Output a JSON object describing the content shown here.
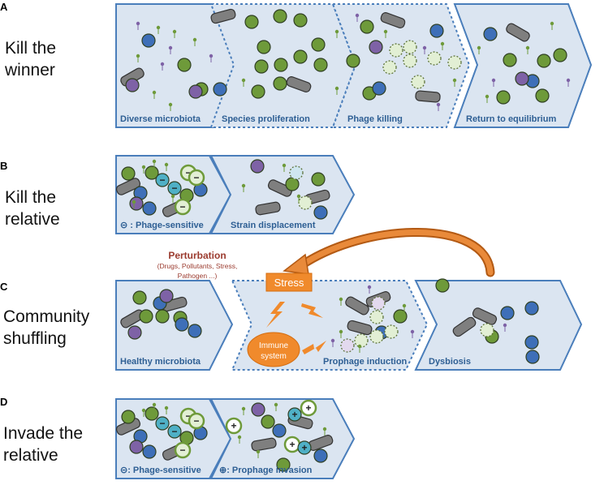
{
  "rows": [
    {
      "letter": "A",
      "title_lines": [
        "Kill the",
        "winner"
      ],
      "stages": [
        {
          "label": "Diverse microbiota"
        },
        {
          "label": "Species proliferation"
        },
        {
          "label": "Phage killing"
        },
        {
          "label": "Return to equilibrium"
        }
      ]
    },
    {
      "letter": "B",
      "title_lines": [
        "Kill the",
        "relative"
      ],
      "stages": [
        {
          "label": "⊝ : Phage-sensitive"
        },
        {
          "label": "Strain displacement"
        }
      ]
    },
    {
      "letter": "C",
      "title_lines": [
        "Community",
        "shuffling"
      ],
      "stages": [
        {
          "label": "Healthy microbiota"
        },
        {
          "label": "Prophage induction"
        },
        {
          "label": "Dysbiosis"
        }
      ],
      "perturbation": {
        "title": "Perturbation",
        "detail_lines": [
          "(Drugs, Pollutants, Stress,",
          "Pathogen ...)"
        ]
      },
      "stress_label": "Stress",
      "immune_lines": [
        "Immune",
        "system"
      ]
    },
    {
      "letter": "D",
      "title_lines": [
        "Invade the",
        "relative"
      ],
      "stages": [
        {
          "label": "⊝: Phage-sensitive"
        },
        {
          "label": "⊕: Prophage invasion"
        }
      ]
    }
  ],
  "symbols": {
    "minus": "−",
    "plus": "+"
  },
  "colors": {
    "panel_fill": "#dbe5f1",
    "panel_stroke": "#4a7ebb",
    "green_cell": "#6e9a3a",
    "blue_cell": "#3e6fb8",
    "purple_cell": "#7e62a6",
    "gray_rod": "#7f7f7f",
    "cyan_cell": "#4fb0c6",
    "lysed_fill": "#e2efd4",
    "orange": "#f18a2b",
    "perturb_text": "#9b3b2f"
  }
}
